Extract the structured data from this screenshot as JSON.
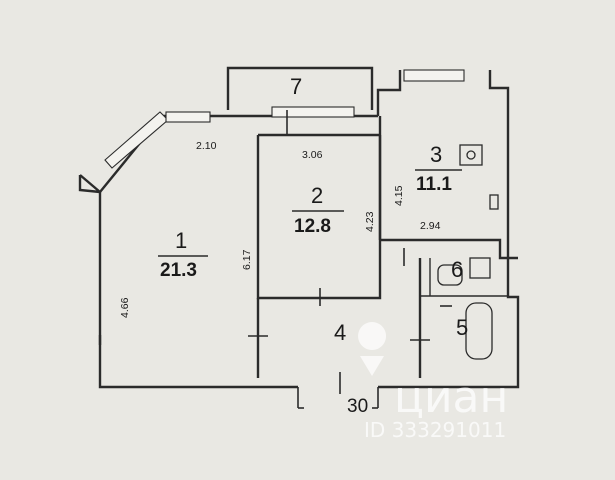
{
  "rooms": {
    "r1": {
      "number": "1",
      "area": "21.3"
    },
    "r2": {
      "number": "2",
      "area": "12.8"
    },
    "r3": {
      "number": "3",
      "area": "11.1"
    },
    "r4": {
      "number": "4"
    },
    "r5": {
      "number": "5"
    },
    "r6": {
      "number": "6"
    },
    "r7": {
      "number": "7"
    }
  },
  "dimensions": {
    "d210": "2.10",
    "d306": "3.06",
    "d466": "4.66",
    "d617": "6.17",
    "d423": "4.23",
    "d415": "4.15",
    "d294": "2.94"
  },
  "entrance_label": "30",
  "watermark": {
    "brand": "циан",
    "listing_id": "ID 333291011"
  }
}
